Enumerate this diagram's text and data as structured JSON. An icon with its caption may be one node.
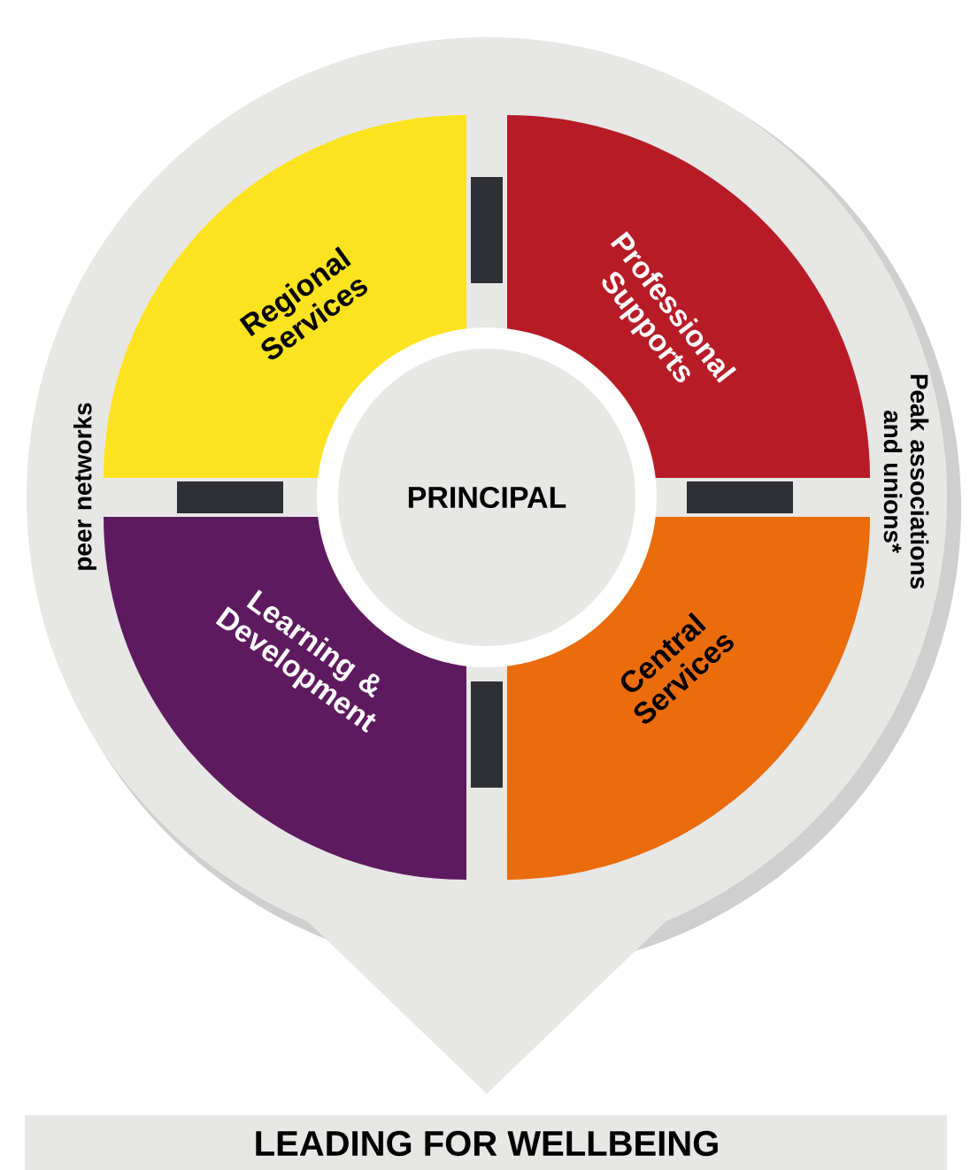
{
  "diagram": {
    "title": "LEADING FOR WELLBEING",
    "nodes": [
      {
        "text": [
          "Regional Services"
        ]
      },
      {
        "text": [
          "Professional Supports"
        ]
      },
      {
        "text": [
          "PRINCIPAL"
        ]
      },
      {
        "text": [
          "Learning & Development"
        ]
      },
      {
        "text": [
          "Central Services"
        ]
      }
    ],
    "labels": [
      "peer networks",
      "Peak associations and unions*"
    ]
  }
}
